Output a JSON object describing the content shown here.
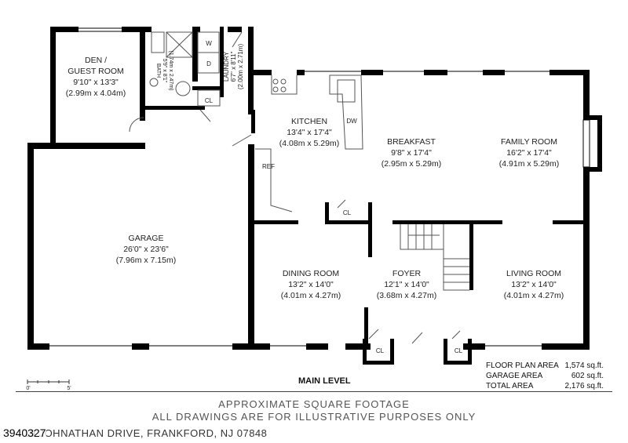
{
  "rooms": {
    "den": {
      "name1": "DEN /",
      "name2": "GUEST ROOM",
      "dims": "9'10\" x 13'3\"",
      "metric": "(2.99m x 4.04m)"
    },
    "bath": {
      "name": "BATH",
      "dims": "5'9\" x 8'1\"",
      "metric": "(1.74m x 2.47m)"
    },
    "laundry": {
      "name": "LAUNDRY",
      "dims": "6'7\" x 8'11\"",
      "metric": "(2.00m x 2.71m)"
    },
    "kitchen": {
      "name": "KITCHEN",
      "dims": "13'4\" x 17'4\"",
      "metric": "(4.08m x 5.29m)"
    },
    "breakfast": {
      "name": "BREAKFAST",
      "dims": "9'8\" x 17'4\"",
      "metric": "(2.95m x 5.29m)"
    },
    "family": {
      "name": "FAMILY ROOM",
      "dims": "16'2\" x 17'4\"",
      "metric": "(4.91m x 5.29m)"
    },
    "garage": {
      "name": "GARAGE",
      "dims": "26'0\" x 23'6\"",
      "metric": "(7.96m x 7.15m)"
    },
    "dining": {
      "name": "DINING ROOM",
      "dims": "13'2\" x 14'0\"",
      "metric": "(4.01m x 4.27m)"
    },
    "foyer": {
      "name": "FOYER",
      "dims": "12'1\" x 14'0\"",
      "metric": "(3.68m x 4.27m)"
    },
    "living": {
      "name": "LIVING ROOM",
      "dims": "13'2\" x 14'0\"",
      "metric": "(4.01m x 4.27m)"
    }
  },
  "fixtures": {
    "washer": "W",
    "dryer": "D",
    "closet": "CL",
    "dishwasher": "DW",
    "refrigerator": "REF"
  },
  "scale": {
    "start": "0'",
    "end": "5'"
  },
  "level_title": "MAIN LEVEL",
  "areas": [
    {
      "label": "FLOOR PLAN AREA",
      "value": "1,574 sq.ft."
    },
    {
      "label": "GARAGE AREA",
      "value": "602 sq.ft."
    },
    {
      "label": "TOTAL AREA",
      "value": "2,176 sq.ft."
    }
  ],
  "footer": {
    "line1": "APPROXIMATE SQUARE FOOTAGE",
    "line2": "ALL DRAWINGS ARE FOR ILLUSTRATIVE PURPOSES ONLY",
    "address": "19 JOHNATHAN DRIVE, FRANKFORD, NJ 07848"
  },
  "mls_id": "3940327",
  "colors": {
    "wall": "#000000",
    "window": "#ffffff",
    "line": "#555555"
  }
}
